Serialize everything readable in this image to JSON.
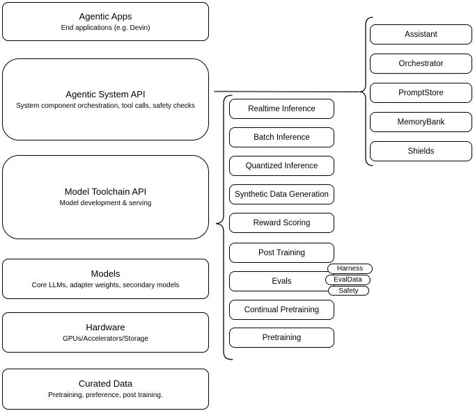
{
  "diagram": {
    "left_column": {
      "boxes": [
        {
          "title": "Agentic Apps",
          "subtitle": "End applications (e.g. Devin)"
        },
        {
          "title": "Agentic System API",
          "subtitle": "System component orchestration, tool calls, safety checks"
        },
        {
          "title": "Model Toolchain API",
          "subtitle": "Model development & serving"
        },
        {
          "title": "Models",
          "subtitle": "Core LLMs, adapter weights, secondary models"
        },
        {
          "title": "Hardware",
          "subtitle": "GPUs/Accelerators/Storage"
        },
        {
          "title": "Curated Data",
          "subtitle": "Pretraining, preference, post training."
        }
      ]
    },
    "middle_column": {
      "items": [
        {
          "label": "Realtime Inference"
        },
        {
          "label": "Batch Inference"
        },
        {
          "label": "Quantized Inference"
        },
        {
          "label": "Synthetic Data Generation"
        },
        {
          "label": "Reward Scoring"
        },
        {
          "label": "Post Training"
        },
        {
          "label": "Evals"
        },
        {
          "label": "Continual Pretraining"
        },
        {
          "label": "Pretraining"
        }
      ]
    },
    "evals_tags": [
      {
        "label": "Harness"
      },
      {
        "label": "EvalData"
      },
      {
        "label": "Safety"
      }
    ],
    "right_column": {
      "items": [
        {
          "label": "Assistant"
        },
        {
          "label": "Orchestrator"
        },
        {
          "label": "PromptStore"
        },
        {
          "label": "MemoryBank"
        },
        {
          "label": "Shields"
        }
      ]
    },
    "colors": {
      "box_border": "#000000",
      "box_fill": "#ffffff",
      "text": "#000000",
      "connector": "#4a4a4a"
    }
  }
}
